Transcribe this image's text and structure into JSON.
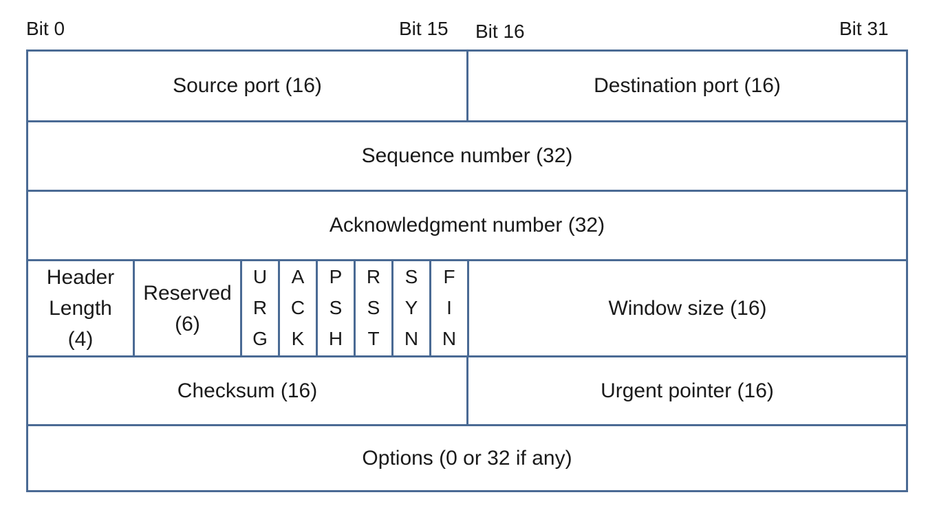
{
  "bit_labels": {
    "bit0": "Bit 0",
    "bit15": "Bit 15",
    "bit16": "Bit 16",
    "bit31": "Bit 31"
  },
  "fields": {
    "source_port": "Source port (16)",
    "destination_port": "Destination port (16)",
    "sequence_number": "Sequence number (32)",
    "acknowledgment_number": "Acknowledgment number (32)",
    "header_length": [
      "Header",
      "Length",
      "(4)"
    ],
    "reserved": [
      "Reserved",
      "(6)"
    ],
    "flags": [
      [
        "U",
        "R",
        "G"
      ],
      [
        "A",
        "C",
        "K"
      ],
      [
        "P",
        "S",
        "H"
      ],
      [
        "R",
        "S",
        "T"
      ],
      [
        "S",
        "Y",
        "N"
      ],
      [
        "F",
        "I",
        "N"
      ]
    ],
    "window_size": "Window size (16)",
    "checksum": "Checksum (16)",
    "urgent_pointer": "Urgent pointer (16)",
    "options": "Options (0 or 32 if any)"
  },
  "colors": {
    "border": "#4a6a94",
    "text": "#1a1a1a"
  }
}
